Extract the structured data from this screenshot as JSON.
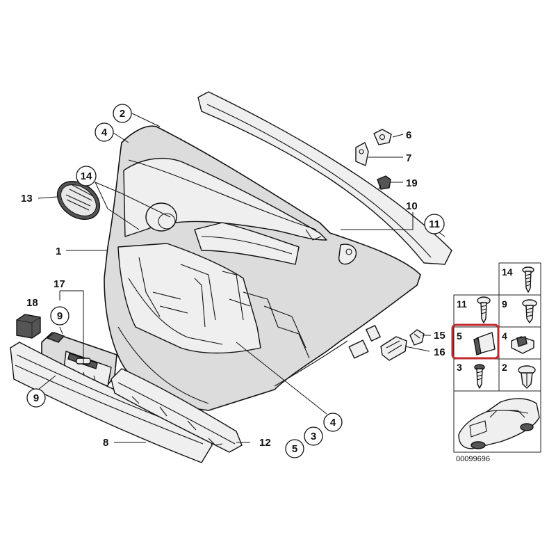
{
  "diagram_id": "00099696",
  "highlight_color": "#c0282d",
  "callouts": {
    "c2": "2",
    "c4a": "4",
    "c14": "14",
    "c13": "13",
    "c1": "1",
    "c17": "17",
    "c18": "18",
    "c9a": "9",
    "c9b": "9",
    "c8": "8",
    "c12": "12",
    "c5": "5",
    "c3": "3",
    "c4b": "4",
    "c6": "6",
    "c7": "7",
    "c19": "19",
    "c10": "10",
    "c11": "11",
    "c15": "15",
    "c16": "16"
  },
  "grid": {
    "r1": "14",
    "r2a": "11",
    "r2b": "9",
    "r3a": "5",
    "r3b": "4",
    "r4a": "3",
    "r4b": "2"
  }
}
